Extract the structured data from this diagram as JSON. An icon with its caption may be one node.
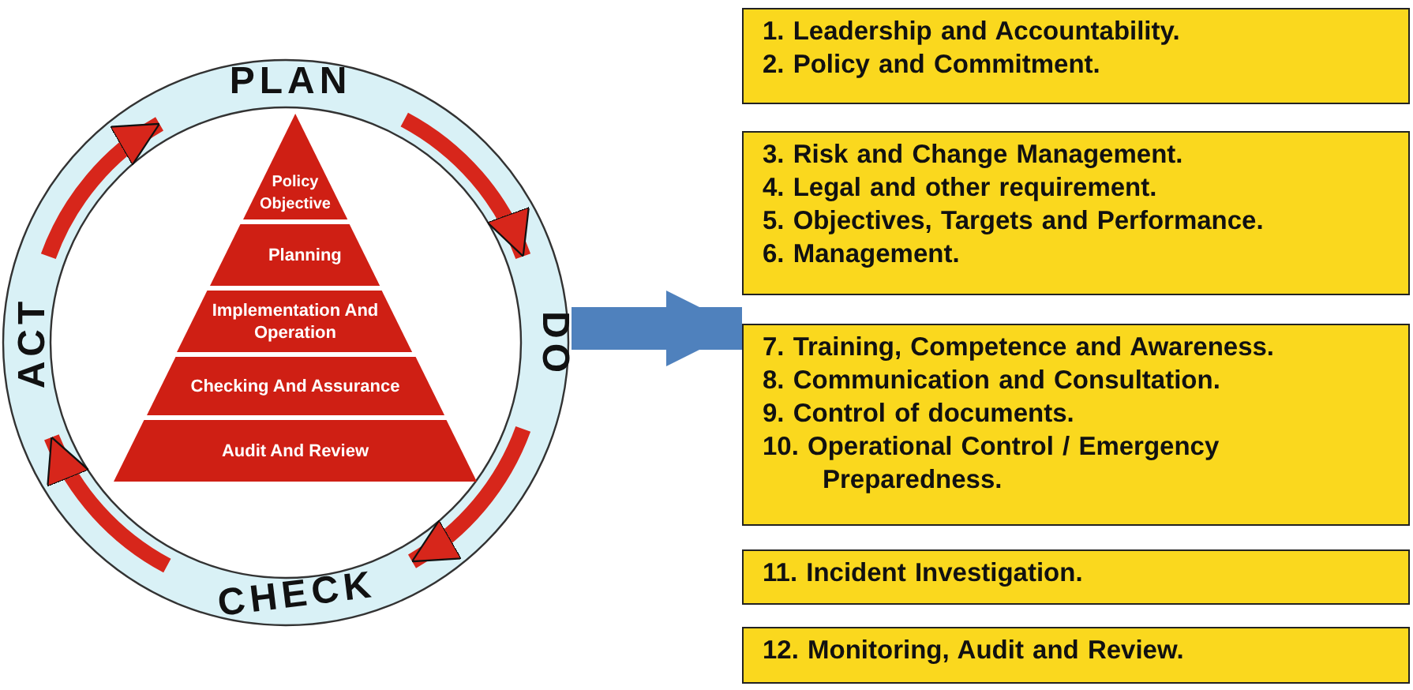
{
  "diagram": {
    "nodes": [
      {
        "text": [],
        "shape": "circle"
      },
      {
        "text": [
          "PLAN"
        ],
        "in": 0
      },
      {
        "text": [
          "DO"
        ],
        "in": 0
      },
      {
        "text": [
          "CHECK"
        ],
        "in": 0
      },
      {
        "text": [
          "ACT"
        ],
        "in": 0
      },
      {
        "text": [
          "Policy Objective"
        ],
        "in": 0
      },
      {
        "text": [
          "Planning"
        ],
        "in": 0
      },
      {
        "text": [
          "Implementation And Operation"
        ],
        "in": 0
      },
      {
        "text": [
          "Checking And Assurance"
        ],
        "in": 0
      },
      {
        "text": [
          "Audit And Review"
        ],
        "in": 0
      },
      {
        "text": [
          "1. Leadership and Accountability.",
          "2. Policy and Commitment."
        ]
      },
      {
        "text": [
          "3. Risk and Change Management.",
          "4. Legal and other requirement.",
          "5. Objectives, Targets and Performance.",
          "6. Management."
        ]
      },
      {
        "text": [
          "7. Training, Competence and Awareness.",
          "8. Communication and Consultation.",
          "9. Control of documents.",
          "10. Operational Control / Emergency Preparedness."
        ]
      },
      {
        "text": [
          "11. Incident Investigation."
        ]
      },
      {
        "text": [
          "12. Monitoring, Audit and Review."
        ]
      }
    ],
    "edges": [
      {
        "from": 1,
        "to": 2,
        "arrow": "to"
      },
      {
        "from": 2,
        "to": 3,
        "arrow": "to"
      },
      {
        "from": 3,
        "to": 4,
        "arrow": "to"
      },
      {
        "from": 4,
        "to": 1,
        "arrow": "to"
      },
      {
        "from": 0,
        "to": 12,
        "arrow": "to",
        "style": "thick",
        "color": "#4f81bd"
      }
    ]
  }
}
